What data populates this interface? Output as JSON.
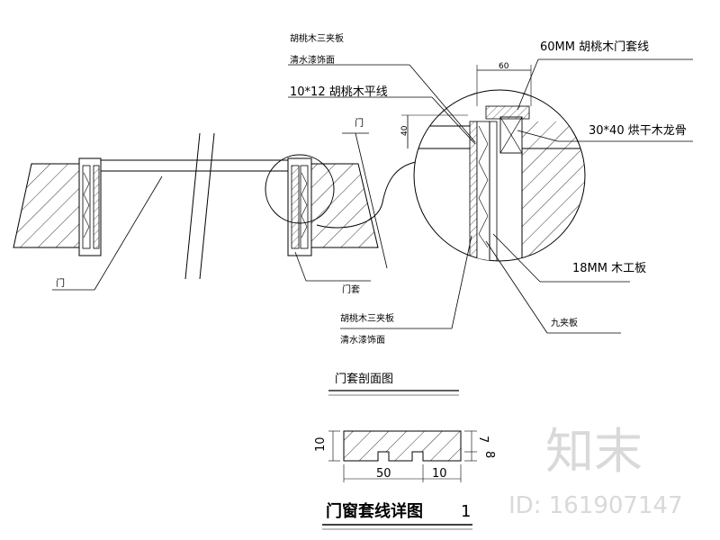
{
  "labels": {
    "walnut_plywood_top": "胡桃木三夹板",
    "clear_lacquer_top": "清水漆饰面",
    "casing_60mm": "60MM 胡桃木门套线",
    "trim_10x12": "10*12 胡桃木平线",
    "door_top": "门",
    "keel_30x40": "30*40 烘干木龙骨",
    "blockboard_18mm": "18MM 木工板",
    "door_left": "门",
    "door_frame": "门套",
    "walnut_plywood_bottom": "胡桃木三夹板",
    "clear_lacquer_bottom": "清水漆饰面",
    "plywood_9": "九夹板"
  },
  "dimensions": {
    "dim_60": "60",
    "dim_40": "40",
    "dim_10": "10",
    "dim_50": "50",
    "dim_10b": "10",
    "dim_7": "7",
    "dim_8": "8"
  },
  "titles": {
    "section_title": "门套剖面图",
    "detail_title": "门窗套线详图",
    "detail_number": "1"
  },
  "watermark": {
    "brand": "知末",
    "id_text": "ID: 161907147"
  }
}
